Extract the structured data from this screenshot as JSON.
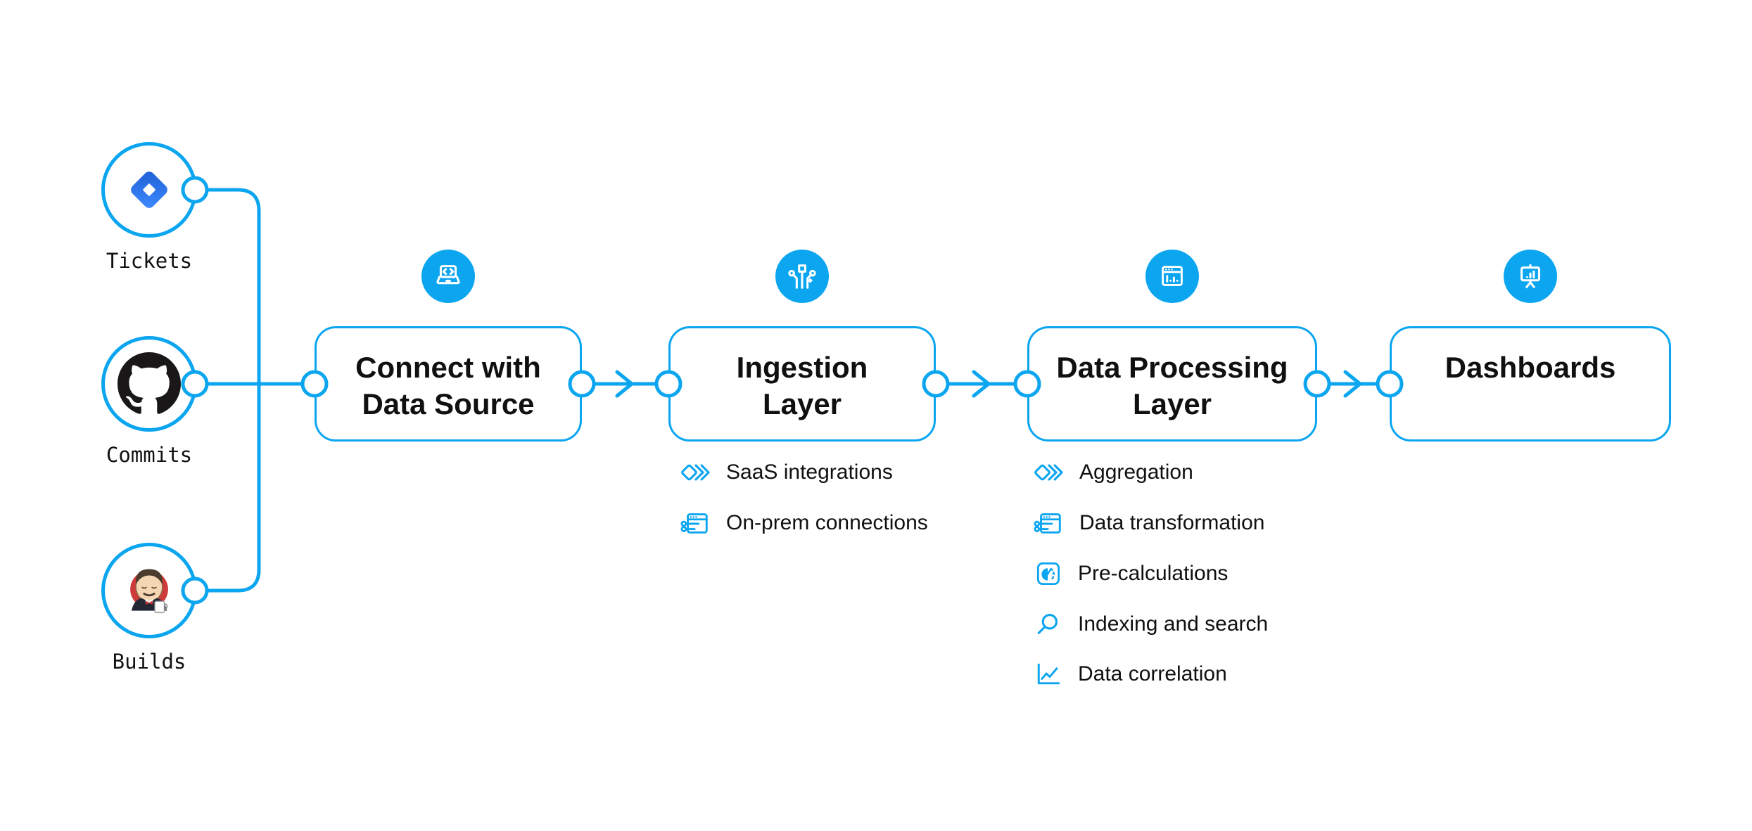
{
  "colors": {
    "accent": "#0BA5F0",
    "text": "#101010",
    "github_black": "#191717",
    "jenkins_red": "#CE3B3B",
    "jira_gradient_from": "#1F5FD6",
    "jira_gradient_to": "#3E8BFF",
    "background": "#FFFFFF"
  },
  "sources": [
    {
      "label": "Tickets",
      "icon": "jira-icon"
    },
    {
      "label": "Commits",
      "icon": "github-icon"
    },
    {
      "label": "Builds",
      "icon": "jenkins-icon"
    }
  ],
  "stages": [
    {
      "line1": "Connect with",
      "line2": "Data Source",
      "icon": "laptop-code-icon",
      "items": []
    },
    {
      "line1": "Ingestion",
      "line2": "Layer",
      "icon": "data-ingest-icon",
      "items": [
        {
          "label": "SaaS integrations",
          "icon": "diamond-chevrons-icon"
        },
        {
          "label": "On-prem connections",
          "icon": "window-sliders-icon"
        }
      ]
    },
    {
      "line1": "Data Processing",
      "line2": "Layer",
      "icon": "window-chart-icon",
      "items": [
        {
          "label": "Aggregation",
          "icon": "diamond-chevrons-icon"
        },
        {
          "label": "Data transformation",
          "icon": "window-sliders-icon"
        },
        {
          "label": "Pre-calculations",
          "icon": "gauge-icon"
        },
        {
          "label": "Indexing and search",
          "icon": "search-icon"
        },
        {
          "label": "Data correlation",
          "icon": "line-chart-icon"
        }
      ]
    },
    {
      "line1": "Dashboards",
      "line2": "",
      "icon": "presentation-chart-icon",
      "items": []
    }
  ]
}
